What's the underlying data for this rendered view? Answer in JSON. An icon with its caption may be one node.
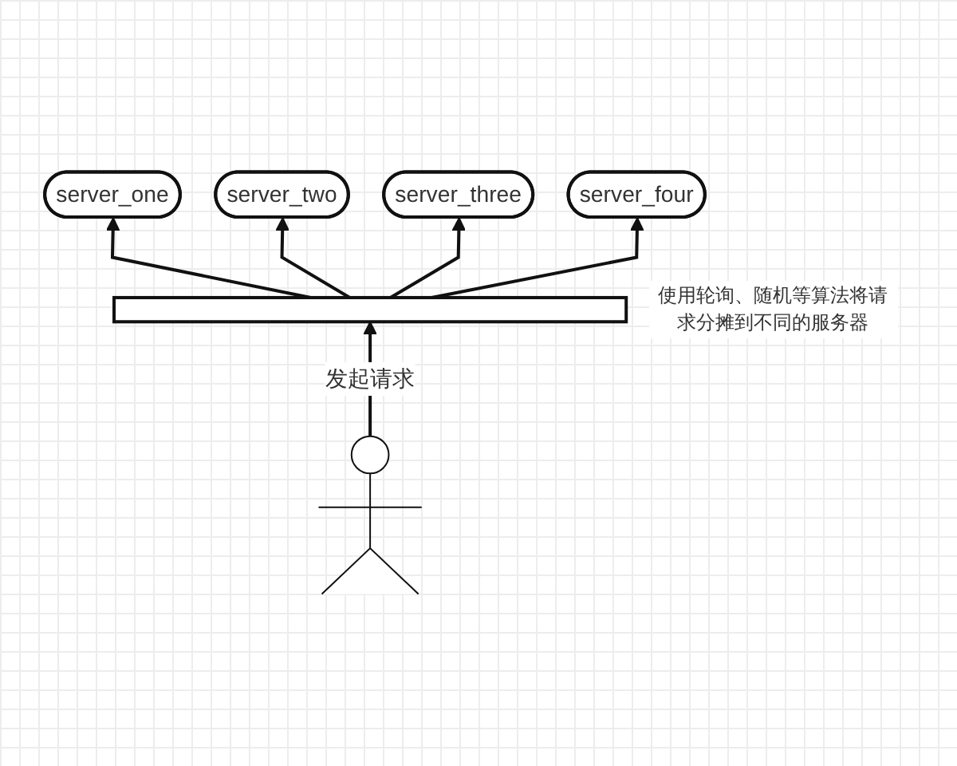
{
  "diagram": {
    "nodes": [
      {
        "text": [
          "server_one"
        ]
      },
      {
        "text": [
          "server_two"
        ]
      },
      {
        "text": [
          "server_three"
        ]
      },
      {
        "text": [
          "server_four"
        ]
      },
      {
        "text": [],
        "shape": "bar",
        "beside": [
          "使用轮询、随机等算法将请求分摊到不同的服务器"
        ]
      },
      {
        "text": [],
        "shape": "person"
      }
    ],
    "edges": [
      {
        "from": 4,
        "to": 0,
        "arrow": "to"
      },
      {
        "from": 4,
        "to": 1,
        "arrow": "to"
      },
      {
        "from": 4,
        "to": 2,
        "arrow": "to"
      },
      {
        "from": 4,
        "to": 3,
        "arrow": "to"
      },
      {
        "from": 5,
        "to": 4,
        "arrow": "to",
        "label": "发起请求"
      }
    ]
  }
}
